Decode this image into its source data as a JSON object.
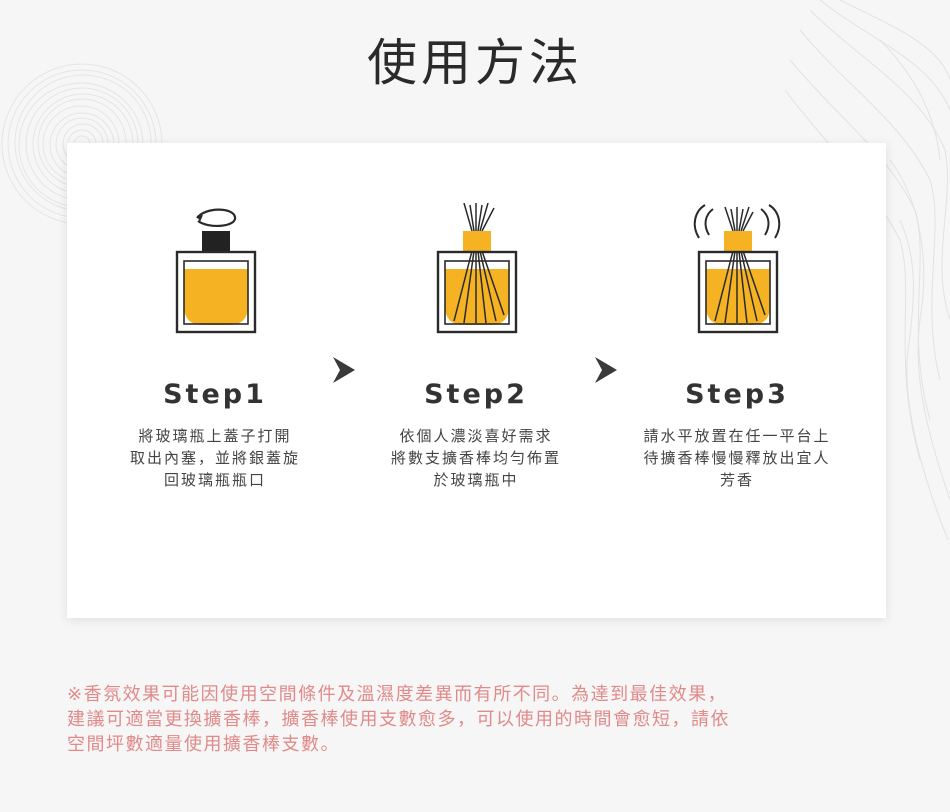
{
  "title": "使用方法",
  "steps": [
    {
      "label": "Step1",
      "lines": [
        "將玻璃瓶上蓋子打開",
        "取出內塞，並將銀蓋旋",
        "回玻璃瓶瓶口"
      ]
    },
    {
      "label": "Step2",
      "lines": [
        "依個人濃淡喜好需求",
        "將數支擴香棒均勻佈置",
        "於玻璃瓶中"
      ]
    },
    {
      "label": "Step3",
      "lines": [
        "請水平放置在任一平台上",
        "待擴香棒慢慢釋放出宜人",
        "芳香"
      ]
    }
  ],
  "note": {
    "lines": [
      "※香氛效果可能因使用空間條件及溫濕度差異而有所不同。為達到最佳效果，",
      "建議可適當更換擴香棒，擴香棒使用支數愈多，可以使用的時間會愈短，請依",
      "空間坪數適量使用擴香棒支數。"
    ]
  },
  "colors": {
    "liquid": "#f5b324",
    "cap": "#222222",
    "note": "#e08a8a",
    "outline": "#2a2a2a"
  },
  "icons": [
    "rotate-arrow-icon",
    "bottle-with-cap-icon",
    "bottle-with-reeds-icon",
    "bottle-diffusing-icon",
    "next-arrow-icon"
  ]
}
